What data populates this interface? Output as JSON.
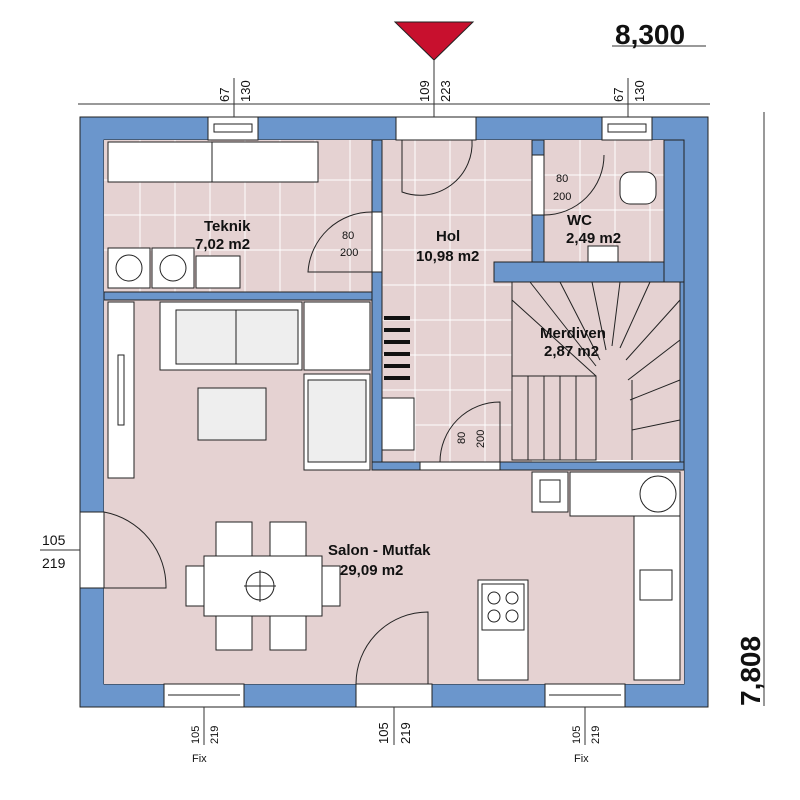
{
  "overall": {
    "width": "8,300",
    "depth": "7,808"
  },
  "rooms": [
    {
      "name": "Teknik",
      "area": "7,02 m2"
    },
    {
      "name": "Hol",
      "area": "10,98 m2"
    },
    {
      "name": "WC",
      "area": "2,49 m2"
    },
    {
      "name": "Merdiven",
      "area": "2,87 m2"
    },
    {
      "name": "Salon - Mutfak",
      "area": "29,09 m2"
    }
  ],
  "doors": {
    "door_w": "80",
    "door_h": "200"
  },
  "windows": {
    "top_small_w": "67",
    "top_small_h": "130",
    "top_door_w": "109",
    "top_door_h": "223",
    "std_w": "105",
    "std_h": "219",
    "fix_label": "Fix"
  },
  "colors": {
    "wall": "#6b96cc",
    "floor": "#e5d2d2",
    "tile_line": "#ffffff",
    "marker": "#c8102e"
  }
}
